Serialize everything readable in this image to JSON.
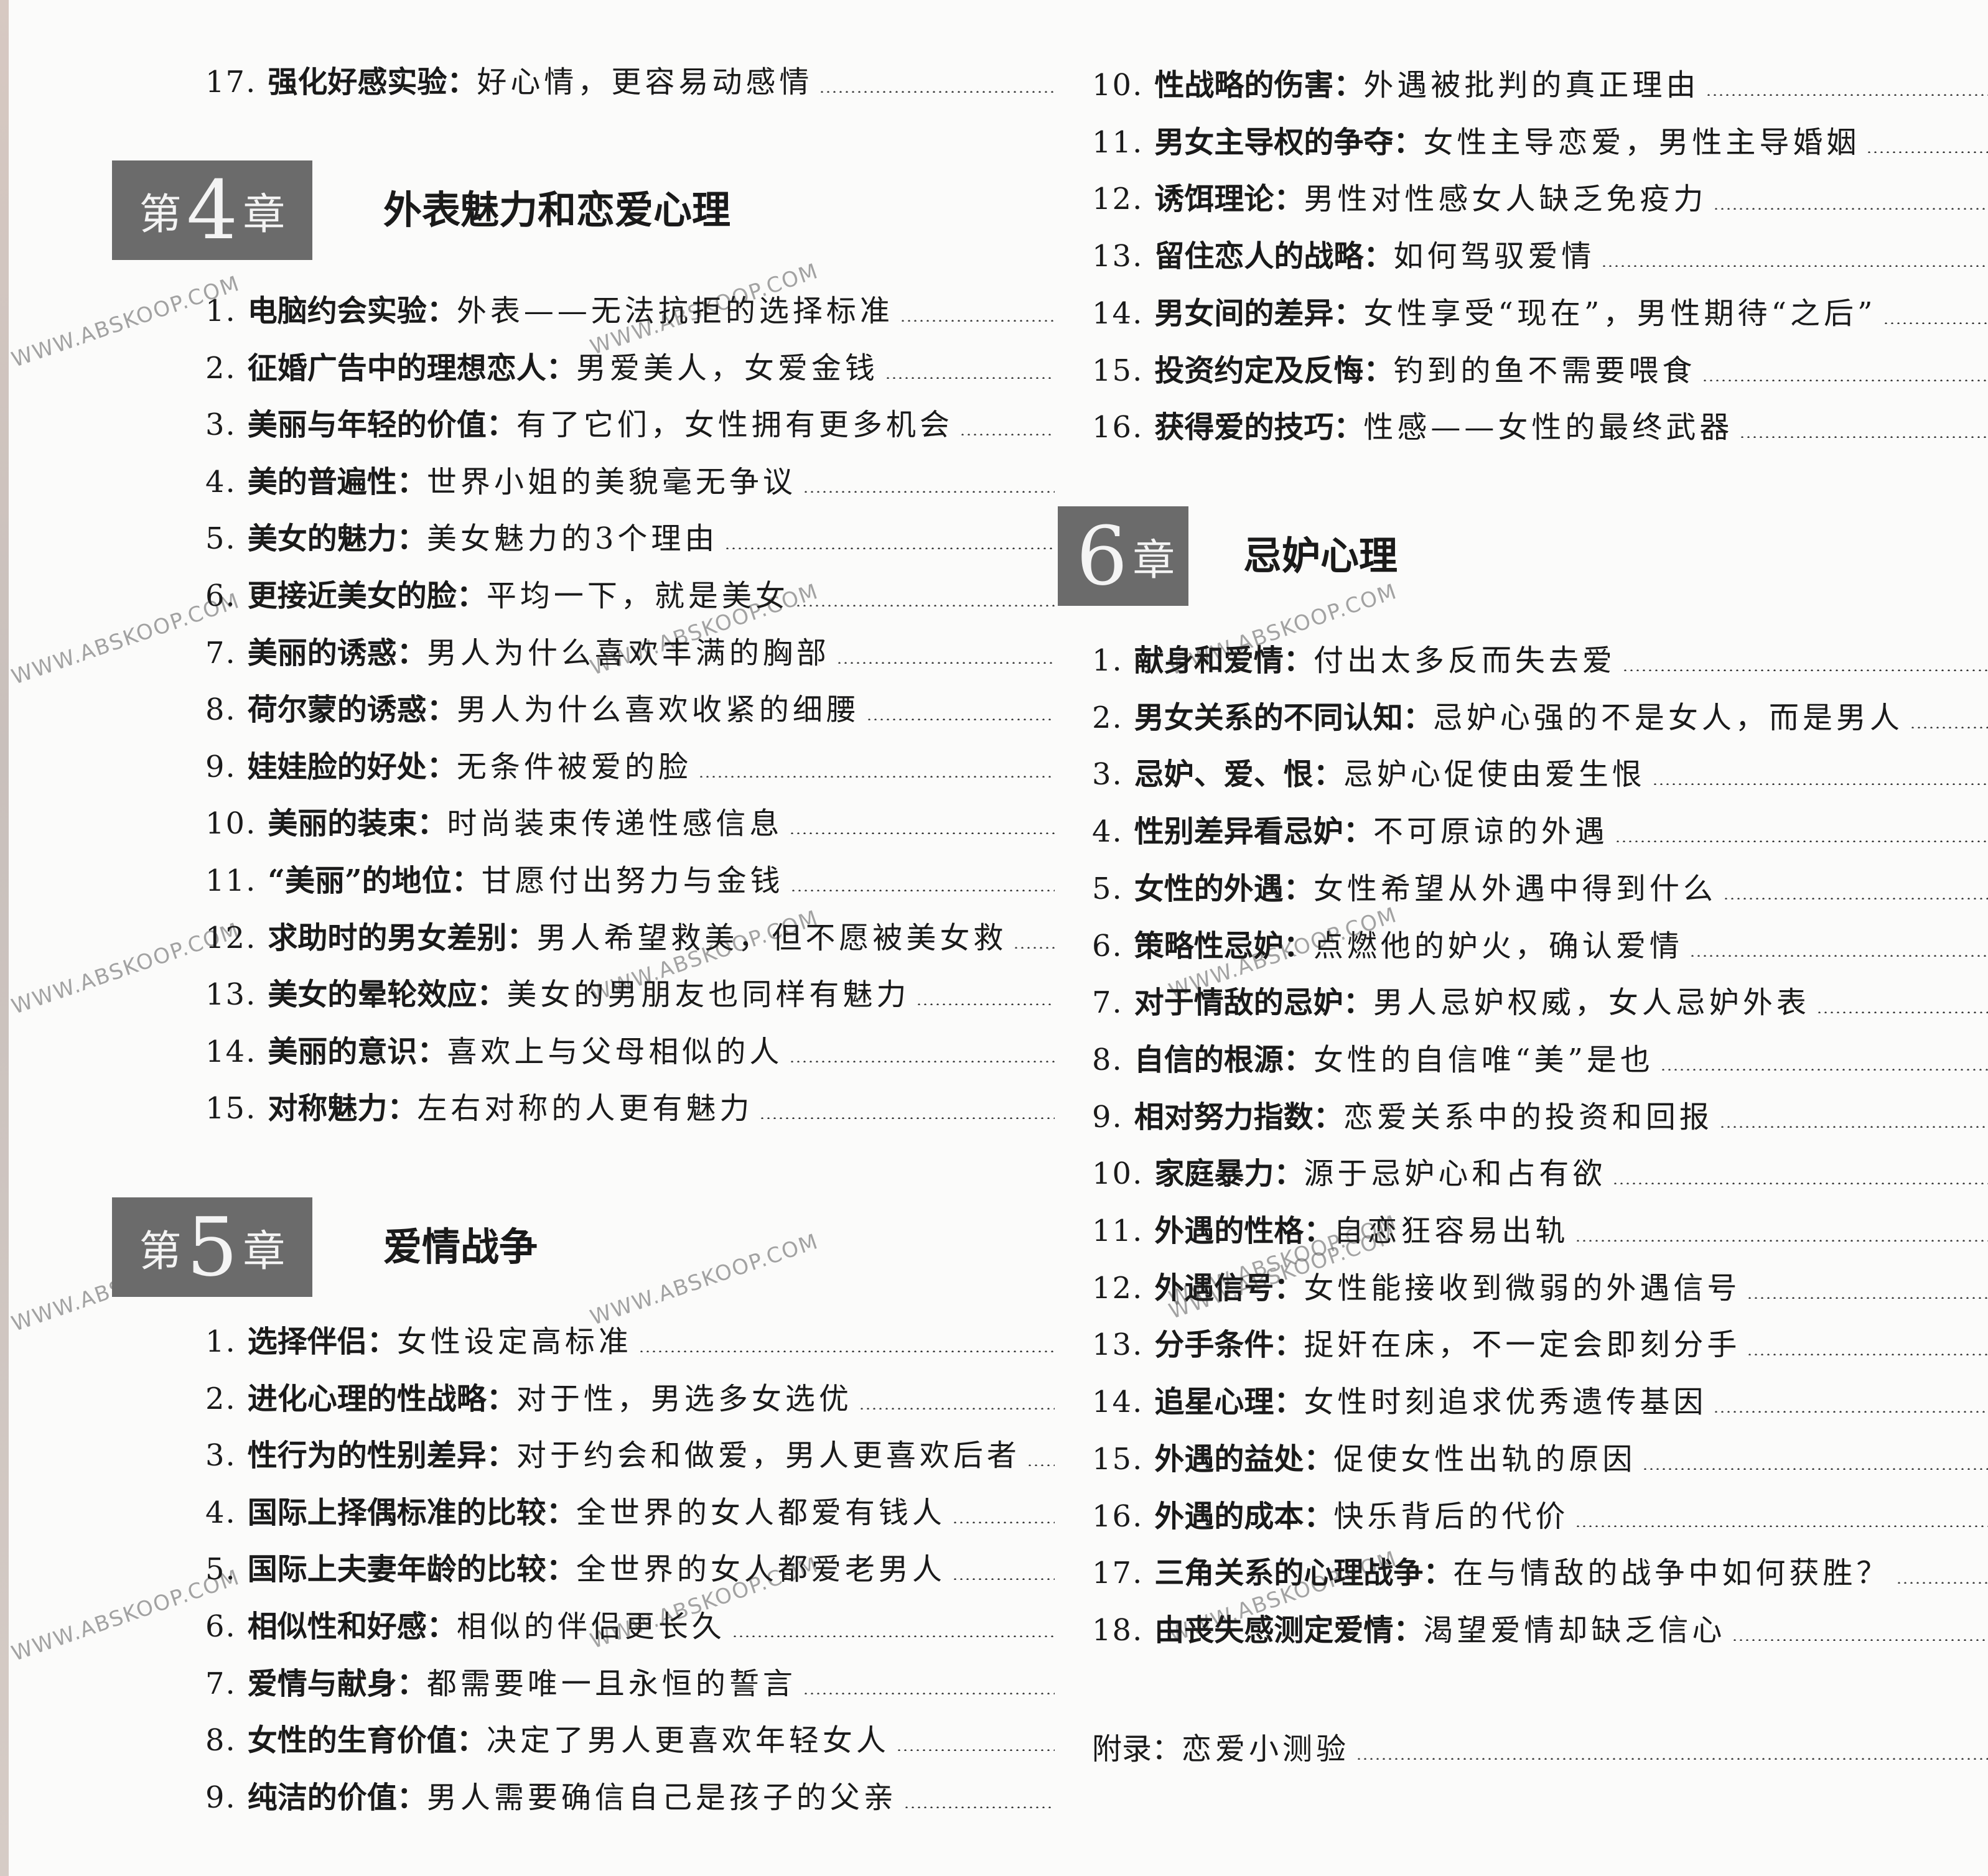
{
  "left_column": {
    "top_entries": [
      {
        "num": "17.",
        "title": "强化好感实验：",
        "sub": "好心情，更容易动感情"
      }
    ],
    "chapter4": {
      "prefix": "第",
      "number": "4",
      "suffix": "章",
      "title": "外表魅力和恋爱心理",
      "entries": [
        {
          "num": "1.",
          "title": "电脑约会实验：",
          "sub": "外表——无法抗拒的选择标准"
        },
        {
          "num": "2.",
          "title": "征婚广告中的理想恋人：",
          "sub": "男爱美人，女爱金钱"
        },
        {
          "num": "3.",
          "title": "美丽与年轻的价值：",
          "sub": "有了它们，女性拥有更多机会"
        },
        {
          "num": "4.",
          "title": "美的普遍性：",
          "sub": "世界小姐的美貌毫无争议"
        },
        {
          "num": "5.",
          "title": "美女的魅力：",
          "sub": "美女魅力的3个理由"
        },
        {
          "num": "6.",
          "title": "更接近美女的脸：",
          "sub": "平均一下，就是美女"
        },
        {
          "num": "7.",
          "title": "美丽的诱惑：",
          "sub": "男人为什么喜欢丰满的胸部"
        },
        {
          "num": "8.",
          "title": "荷尔蒙的诱惑：",
          "sub": "男人为什么喜欢收紧的细腰"
        },
        {
          "num": "9.",
          "title": "娃娃脸的好处：",
          "sub": "无条件被爱的脸"
        },
        {
          "num": "10.",
          "title": "美丽的装束：",
          "sub": "时尚装束传递性感信息"
        },
        {
          "num": "11.",
          "title": "“美丽”的地位：",
          "sub": "甘愿付出努力与金钱"
        },
        {
          "num": "12.",
          "title": "求助时的男女差别：",
          "sub": "男人希望救美，但不愿被美女救"
        },
        {
          "num": "13.",
          "title": "美女的晕轮效应：",
          "sub": "美女的男朋友也同样有魅力"
        },
        {
          "num": "14.",
          "title": "美丽的意识：",
          "sub": "喜欢上与父母相似的人"
        },
        {
          "num": "15.",
          "title": "对称魅力：",
          "sub": "左右对称的人更有魅力"
        }
      ]
    },
    "chapter5": {
      "prefix": "第",
      "number": "5",
      "suffix": "章",
      "title": "爱情战争",
      "entries": [
        {
          "num": "1.",
          "title": "选择伴侣：",
          "sub": "女性设定高标准"
        },
        {
          "num": "2.",
          "title": "进化心理的性战略：",
          "sub": "对于性，男选多女选优"
        },
        {
          "num": "3.",
          "title": "性行为的性别差异：",
          "sub": "对于约会和做爱，男人更喜欢后者"
        },
        {
          "num": "4.",
          "title": "国际上择偶标准的比较：",
          "sub": "全世界的女人都爱有钱人"
        },
        {
          "num": "5.",
          "title": "国际上夫妻年龄的比较：",
          "sub": "全世界的女人都爱老男人"
        },
        {
          "num": "6.",
          "title": "相似性和好感：",
          "sub": "相似的伴侣更长久"
        },
        {
          "num": "7.",
          "title": "爱情与献身：",
          "sub": "都需要唯一且永恒的誓言"
        },
        {
          "num": "8.",
          "title": "女性的生育价值：",
          "sub": "决定了男人更喜欢年轻女人"
        },
        {
          "num": "9.",
          "title": "纯洁的价值：",
          "sub": "男人需要确信自己是孩子的父亲"
        }
      ]
    }
  },
  "right_column": {
    "top_entries": [
      {
        "num": "10.",
        "title": "性战略的伤害：",
        "sub": "外遇被批判的真正理由"
      },
      {
        "num": "11.",
        "title": "男女主导权的争夺：",
        "sub": "女性主导恋爱，男性主导婚姻"
      },
      {
        "num": "12.",
        "title": "诱饵理论：",
        "sub": "男性对性感女人缺乏免疫力"
      },
      {
        "num": "13.",
        "title": "留住恋人的战略：",
        "sub": "如何驾驭爱情"
      },
      {
        "num": "14.",
        "title": "男女间的差异：",
        "sub": "女性享受“现在”，男性期待“之后”"
      },
      {
        "num": "15.",
        "title": "投资约定及反悔：",
        "sub": "钓到的鱼不需要喂食"
      },
      {
        "num": "16.",
        "title": "获得爱的技巧：",
        "sub": "性感——女性的最终武器"
      }
    ],
    "chapter6": {
      "number": "6",
      "suffix": "章",
      "title": "忌妒心理",
      "entries": [
        {
          "num": "1.",
          "title": "献身和爱情：",
          "sub": "付出太多反而失去爱"
        },
        {
          "num": "2.",
          "title": "男女关系的不同认知：",
          "sub": "忌妒心强的不是女人，而是男人"
        },
        {
          "num": "3.",
          "title": "忌妒、爱、恨：",
          "sub": "忌妒心促使由爱生恨"
        },
        {
          "num": "4.",
          "title": "性别差异看忌妒：",
          "sub": "不可原谅的外遇"
        },
        {
          "num": "5.",
          "title": "女性的外遇：",
          "sub": "女性希望从外遇中得到什么"
        },
        {
          "num": "6.",
          "title": "策略性忌妒：",
          "sub": "点燃他的妒火，确认爱情"
        },
        {
          "num": "7.",
          "title": "对于情敌的忌妒：",
          "sub": "男人忌妒权威，女人忌妒外表"
        },
        {
          "num": "8.",
          "title": "自信的根源：",
          "sub": "女性的自信唯“美”是也"
        },
        {
          "num": "9.",
          "title": "相对努力指数：",
          "sub": "恋爱关系中的投资和回报"
        },
        {
          "num": "10.",
          "title": "家庭暴力：",
          "sub": "源于忌妒心和占有欲"
        },
        {
          "num": "11.",
          "title": "外遇的性格：",
          "sub": "自恋狂容易出轨"
        },
        {
          "num": "12.",
          "title": "外遇信号：",
          "sub": "女性能接收到微弱的外遇信号"
        },
        {
          "num": "13.",
          "title": "分手条件：",
          "sub": "捉奸在床，不一定会即刻分手"
        },
        {
          "num": "14.",
          "title": "追星心理：",
          "sub": "女性时刻追求优秀遗传基因"
        },
        {
          "num": "15.",
          "title": "外遇的益处：",
          "sub": "促使女性出轨的原因"
        },
        {
          "num": "16.",
          "title": "外遇的成本：",
          "sub": "快乐背后的代价"
        },
        {
          "num": "17.",
          "title": "三角关系的心理战争：",
          "sub": "在与情敌的战争中如何获胜？"
        },
        {
          "num": "18.",
          "title": "由丧失感测定爱情：",
          "sub": "渴望爱情却缺乏信心"
        }
      ]
    },
    "appendix": {
      "title": "附录：",
      "sub": "恋爱小测验"
    }
  },
  "watermark_text": "WWW.ABSKOOP.COM"
}
